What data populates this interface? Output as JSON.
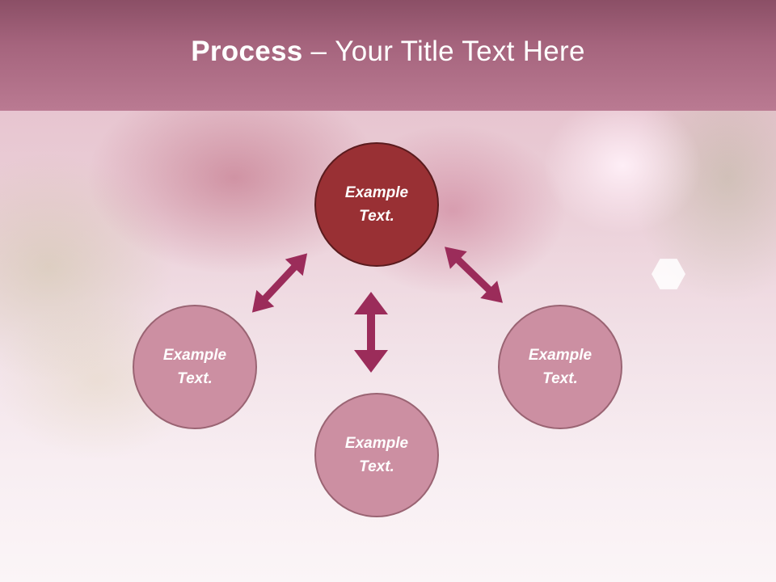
{
  "slide": {
    "title_bold": "Process",
    "title_sep": "–",
    "title_rest": "Your Title Text Here"
  },
  "nodes": {
    "top": {
      "line1": "Example",
      "line2": "Text."
    },
    "left": {
      "line1": "Example",
      "line2": "Text."
    },
    "right": {
      "line1": "Example",
      "line2": "Text."
    },
    "bottom": {
      "line1": "Example",
      "line2": "Text."
    }
  },
  "colors": {
    "header": "#ba7a92",
    "center_node": "#993034",
    "outer_node": "#cc8fa2",
    "arrow": "#9b2c5a"
  }
}
